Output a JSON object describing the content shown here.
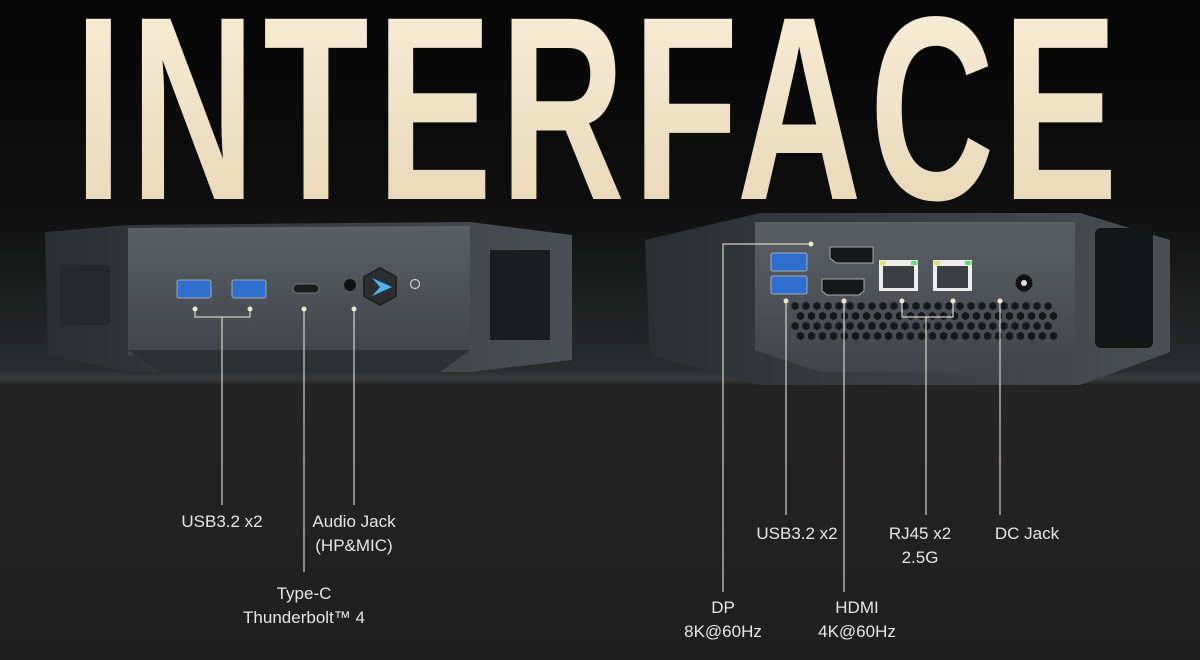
{
  "title": "INTERFACE",
  "front": {
    "usb": {
      "line1": "USB3.2 x2"
    },
    "audio": {
      "line1": "Audio Jack",
      "line2": "(HP&MIC)"
    },
    "typec": {
      "line1": "Type-C",
      "line2": "Thunderbolt™ 4"
    }
  },
  "rear": {
    "usb": {
      "line1": "USB3.2 x2"
    },
    "rj45": {
      "line1": "RJ45 x2",
      "line2": "2.5G"
    },
    "dc": {
      "line1": "DC Jack"
    },
    "dp": {
      "line1": "DP",
      "line2": "8K@60Hz"
    },
    "hdmi": {
      "line1": "HDMI",
      "line2": "4K@60Hz"
    }
  },
  "colors": {
    "title": "#f0e2c6",
    "usb_port": "#2f6fd0",
    "led_green": "#5fe07a",
    "led_yellow": "#e8e060",
    "logo_accent": "#4fb4f0"
  }
}
